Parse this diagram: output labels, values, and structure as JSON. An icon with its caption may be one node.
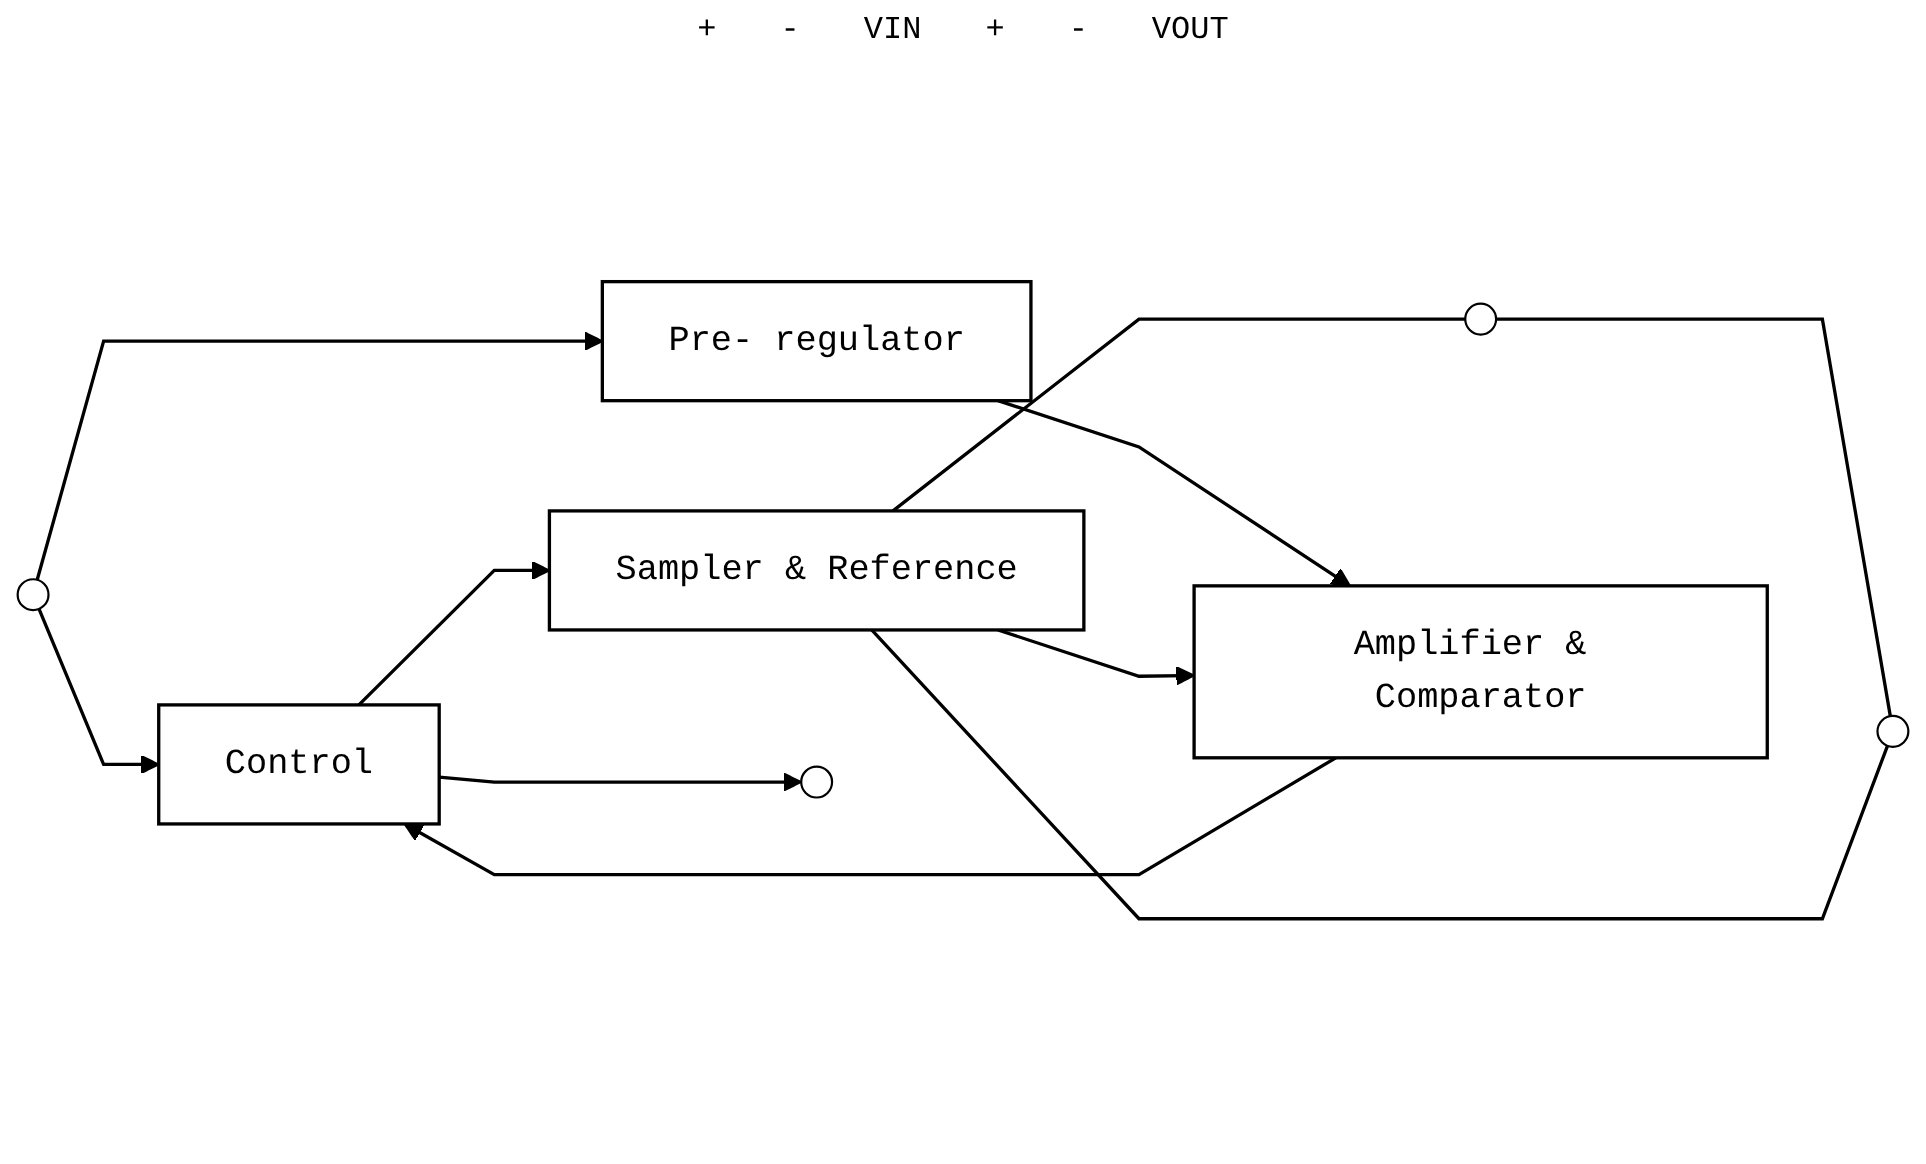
{
  "diagram": {
    "nodes": [
      {
        "text": [],
        "shape": "circle"
      },
      {
        "text": [],
        "shape": "circle"
      },
      {
        "text": [
          "Control"
        ]
      },
      {
        "text": [
          "Pre- regulator"
        ]
      },
      {
        "text": [
          "Amplifier & Comparator"
        ]
      },
      {
        "text": [
          "Sampler & Reference"
        ]
      },
      {
        "text": [],
        "shape": "circle"
      },
      {
        "text": [],
        "shape": "circle"
      }
    ],
    "edges": [
      {
        "from": 0,
        "to": 2,
        "arrow": "to"
      },
      {
        "from": 0,
        "to": 3,
        "arrow": "to"
      },
      {
        "from": 3,
        "to": 4,
        "arrow": "to"
      },
      {
        "from": 4,
        "to": 2,
        "arrow": "to"
      },
      {
        "from": 2,
        "to": 6,
        "arrow": "to"
      },
      {
        "from": 2,
        "to": 5,
        "arrow": "to"
      },
      {
        "from": 5,
        "to": 4,
        "arrow": "to"
      },
      {
        "from": 1,
        "to": 7,
        "arrow": "none"
      },
      {
        "from": 5,
        "to": 1,
        "arrow": "none"
      },
      {
        "from": 5,
        "to": 7,
        "arrow": "none"
      }
    ],
    "labels": [
      "+",
      "-",
      "VIN",
      "+",
      "-",
      "VOUT"
    ]
  }
}
